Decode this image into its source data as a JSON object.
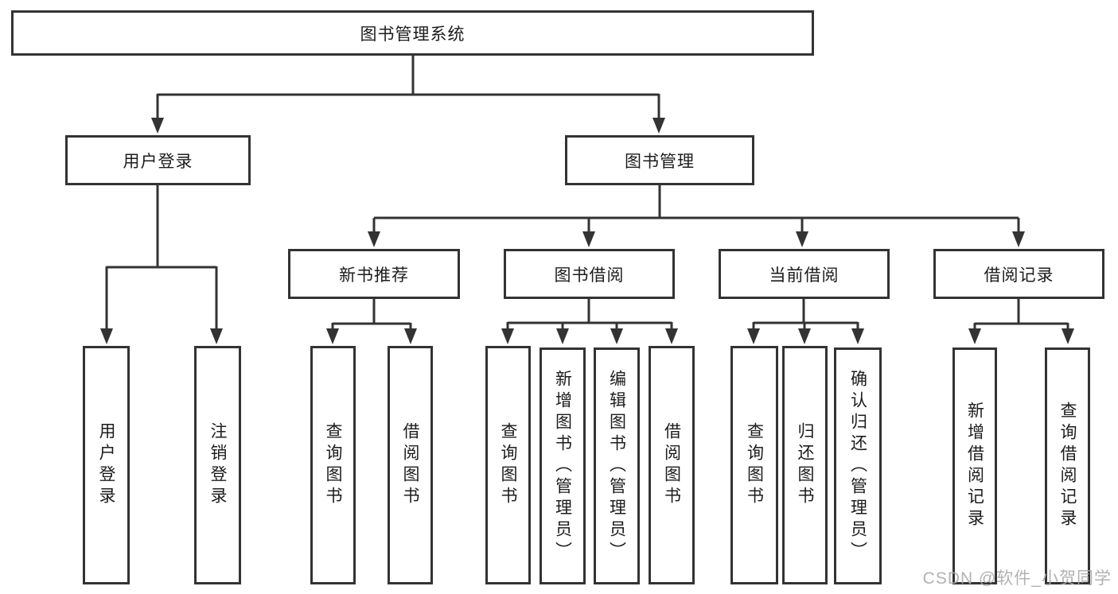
{
  "nodes": {
    "root": {
      "label": "图书管理系统"
    },
    "user_login_branch": {
      "label": "用户登录"
    },
    "book_mgmt_branch": {
      "label": "图书管理"
    },
    "new_book_rec": {
      "label": "新书推荐"
    },
    "book_borrow": {
      "label": "图书借阅"
    },
    "current_borrow": {
      "label": "当前借阅"
    },
    "borrow_records": {
      "label": "借阅记录"
    },
    "leaf_user_login": {
      "label": "用户登录"
    },
    "leaf_logout": {
      "label": "注销登录"
    },
    "leaf_nbr_query": {
      "label": "查询图书"
    },
    "leaf_nbr_borrow": {
      "label": "借阅图书"
    },
    "leaf_bb_query": {
      "label": "查询图书"
    },
    "leaf_bb_add": {
      "label": "新增图书（管理员）"
    },
    "leaf_bb_edit": {
      "label": "编辑图书（管理员）"
    },
    "leaf_bb_borrow": {
      "label": "借阅图书"
    },
    "leaf_cb_query": {
      "label": "查询图书"
    },
    "leaf_cb_return": {
      "label": "归还图书"
    },
    "leaf_cb_confirm": {
      "label": "确认归还（管理员）"
    },
    "leaf_br_add": {
      "label": "新增借阅记录"
    },
    "leaf_br_query": {
      "label": "查询借阅记录"
    }
  },
  "hierarchy": {
    "root": [
      "user_login_branch",
      "book_mgmt_branch"
    ],
    "user_login_branch": [
      "leaf_user_login",
      "leaf_logout"
    ],
    "book_mgmt_branch": [
      "new_book_rec",
      "book_borrow",
      "current_borrow",
      "borrow_records"
    ],
    "new_book_rec": [
      "leaf_nbr_query",
      "leaf_nbr_borrow"
    ],
    "book_borrow": [
      "leaf_bb_query",
      "leaf_bb_add",
      "leaf_bb_edit",
      "leaf_bb_borrow"
    ],
    "current_borrow": [
      "leaf_cb_query",
      "leaf_cb_return",
      "leaf_cb_confirm"
    ],
    "borrow_records": [
      "leaf_br_add",
      "leaf_br_query"
    ]
  },
  "watermark": {
    "text": "CSDN @软件_小贺同学"
  },
  "colors": {
    "line": "#333333",
    "box_border": "#333333",
    "text": "#1c1c1c",
    "background": "#ffffff",
    "watermark": "#aaaaaa"
  }
}
